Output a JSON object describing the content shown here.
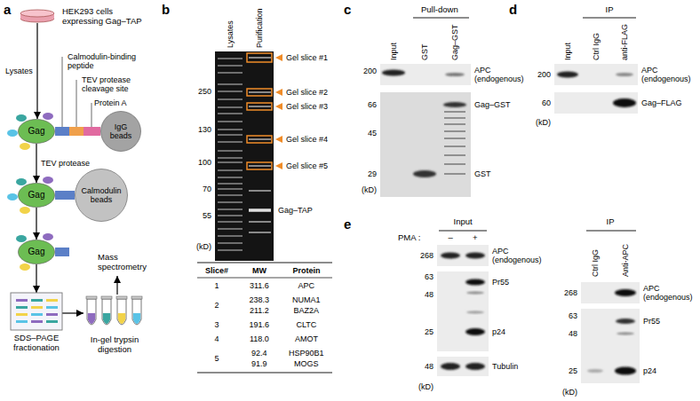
{
  "diagram": {
    "nodes": [
      {
        "text": [
          "HEK293 cells expressing Gag–TAP"
        ]
      },
      {
        "text": [
          "Gag"
        ]
      },
      {
        "text": [
          "IgG beads"
        ]
      },
      {
        "text": [
          "Gag"
        ]
      },
      {
        "text": [
          "Calmodulin beads"
        ]
      },
      {
        "text": [
          "Gag"
        ]
      },
      {
        "text": [
          "SDS–PAGE fractionation"
        ]
      },
      {
        "text": [
          "In-gel trypsin digestion"
        ]
      }
    ],
    "edges": [
      {
        "from": 0,
        "to": 1,
        "arrow": "to",
        "label": "Lysates"
      },
      {
        "from": 1,
        "to": 3,
        "arrow": "to",
        "label": "TEV protease"
      },
      {
        "from": 3,
        "to": 5,
        "arrow": "to"
      },
      {
        "from": 5,
        "to": 6,
        "arrow": "to"
      },
      {
        "from": 6,
        "to": 7,
        "arrow": "to"
      }
    ],
    "labels": [
      "a",
      "Calmodulin-binding peptide",
      "TEV protease cleavage site",
      "Protein A",
      "Mass spectrometry",
      "b",
      "Lysates",
      "Purification",
      "250",
      "130",
      "100",
      "70",
      "55",
      "(kD)",
      "Gel slice #1",
      "Gel slice #2",
      "Gel slice #3",
      "Gel slice #4",
      "Gel slice #5",
      "Gag–TAP",
      "Slice#",
      "MW",
      "Protein",
      "1",
      "311.6",
      "APC",
      "2",
      "238.3",
      "NUMA1",
      "211.2",
      "BAZ2A",
      "3",
      "191.6",
      "CLTC",
      "4",
      "118.0",
      "AMOT",
      "5",
      "92.4",
      "HSP90B1",
      "91.9",
      "MOGS",
      "c",
      "Pull-down",
      "Input",
      "GST",
      "Gag–GST",
      "200",
      "APC (endogenous)",
      "66",
      "45",
      "29",
      "(kD)",
      "Gag–GST",
      "GST",
      "d",
      "IP",
      "Input",
      "Ctrl IgG",
      "anti-FLAG",
      "200",
      "60",
      "APC (endogenous)",
      "Gag–FLAG",
      "(kD)",
      "e",
      "Input",
      "PMA :",
      "–",
      "+",
      "268",
      "63",
      "48",
      "25",
      "48",
      "(kD)",
      "APC (endogenous)",
      "Pr55",
      "p24",
      "Tubulin",
      "IP",
      "Ctrl IgG",
      "Anti-APC",
      "268",
      "63",
      "48",
      "25",
      "(kD)",
      "APC (endogenous)",
      "Pr55",
      "p24"
    ]
  }
}
